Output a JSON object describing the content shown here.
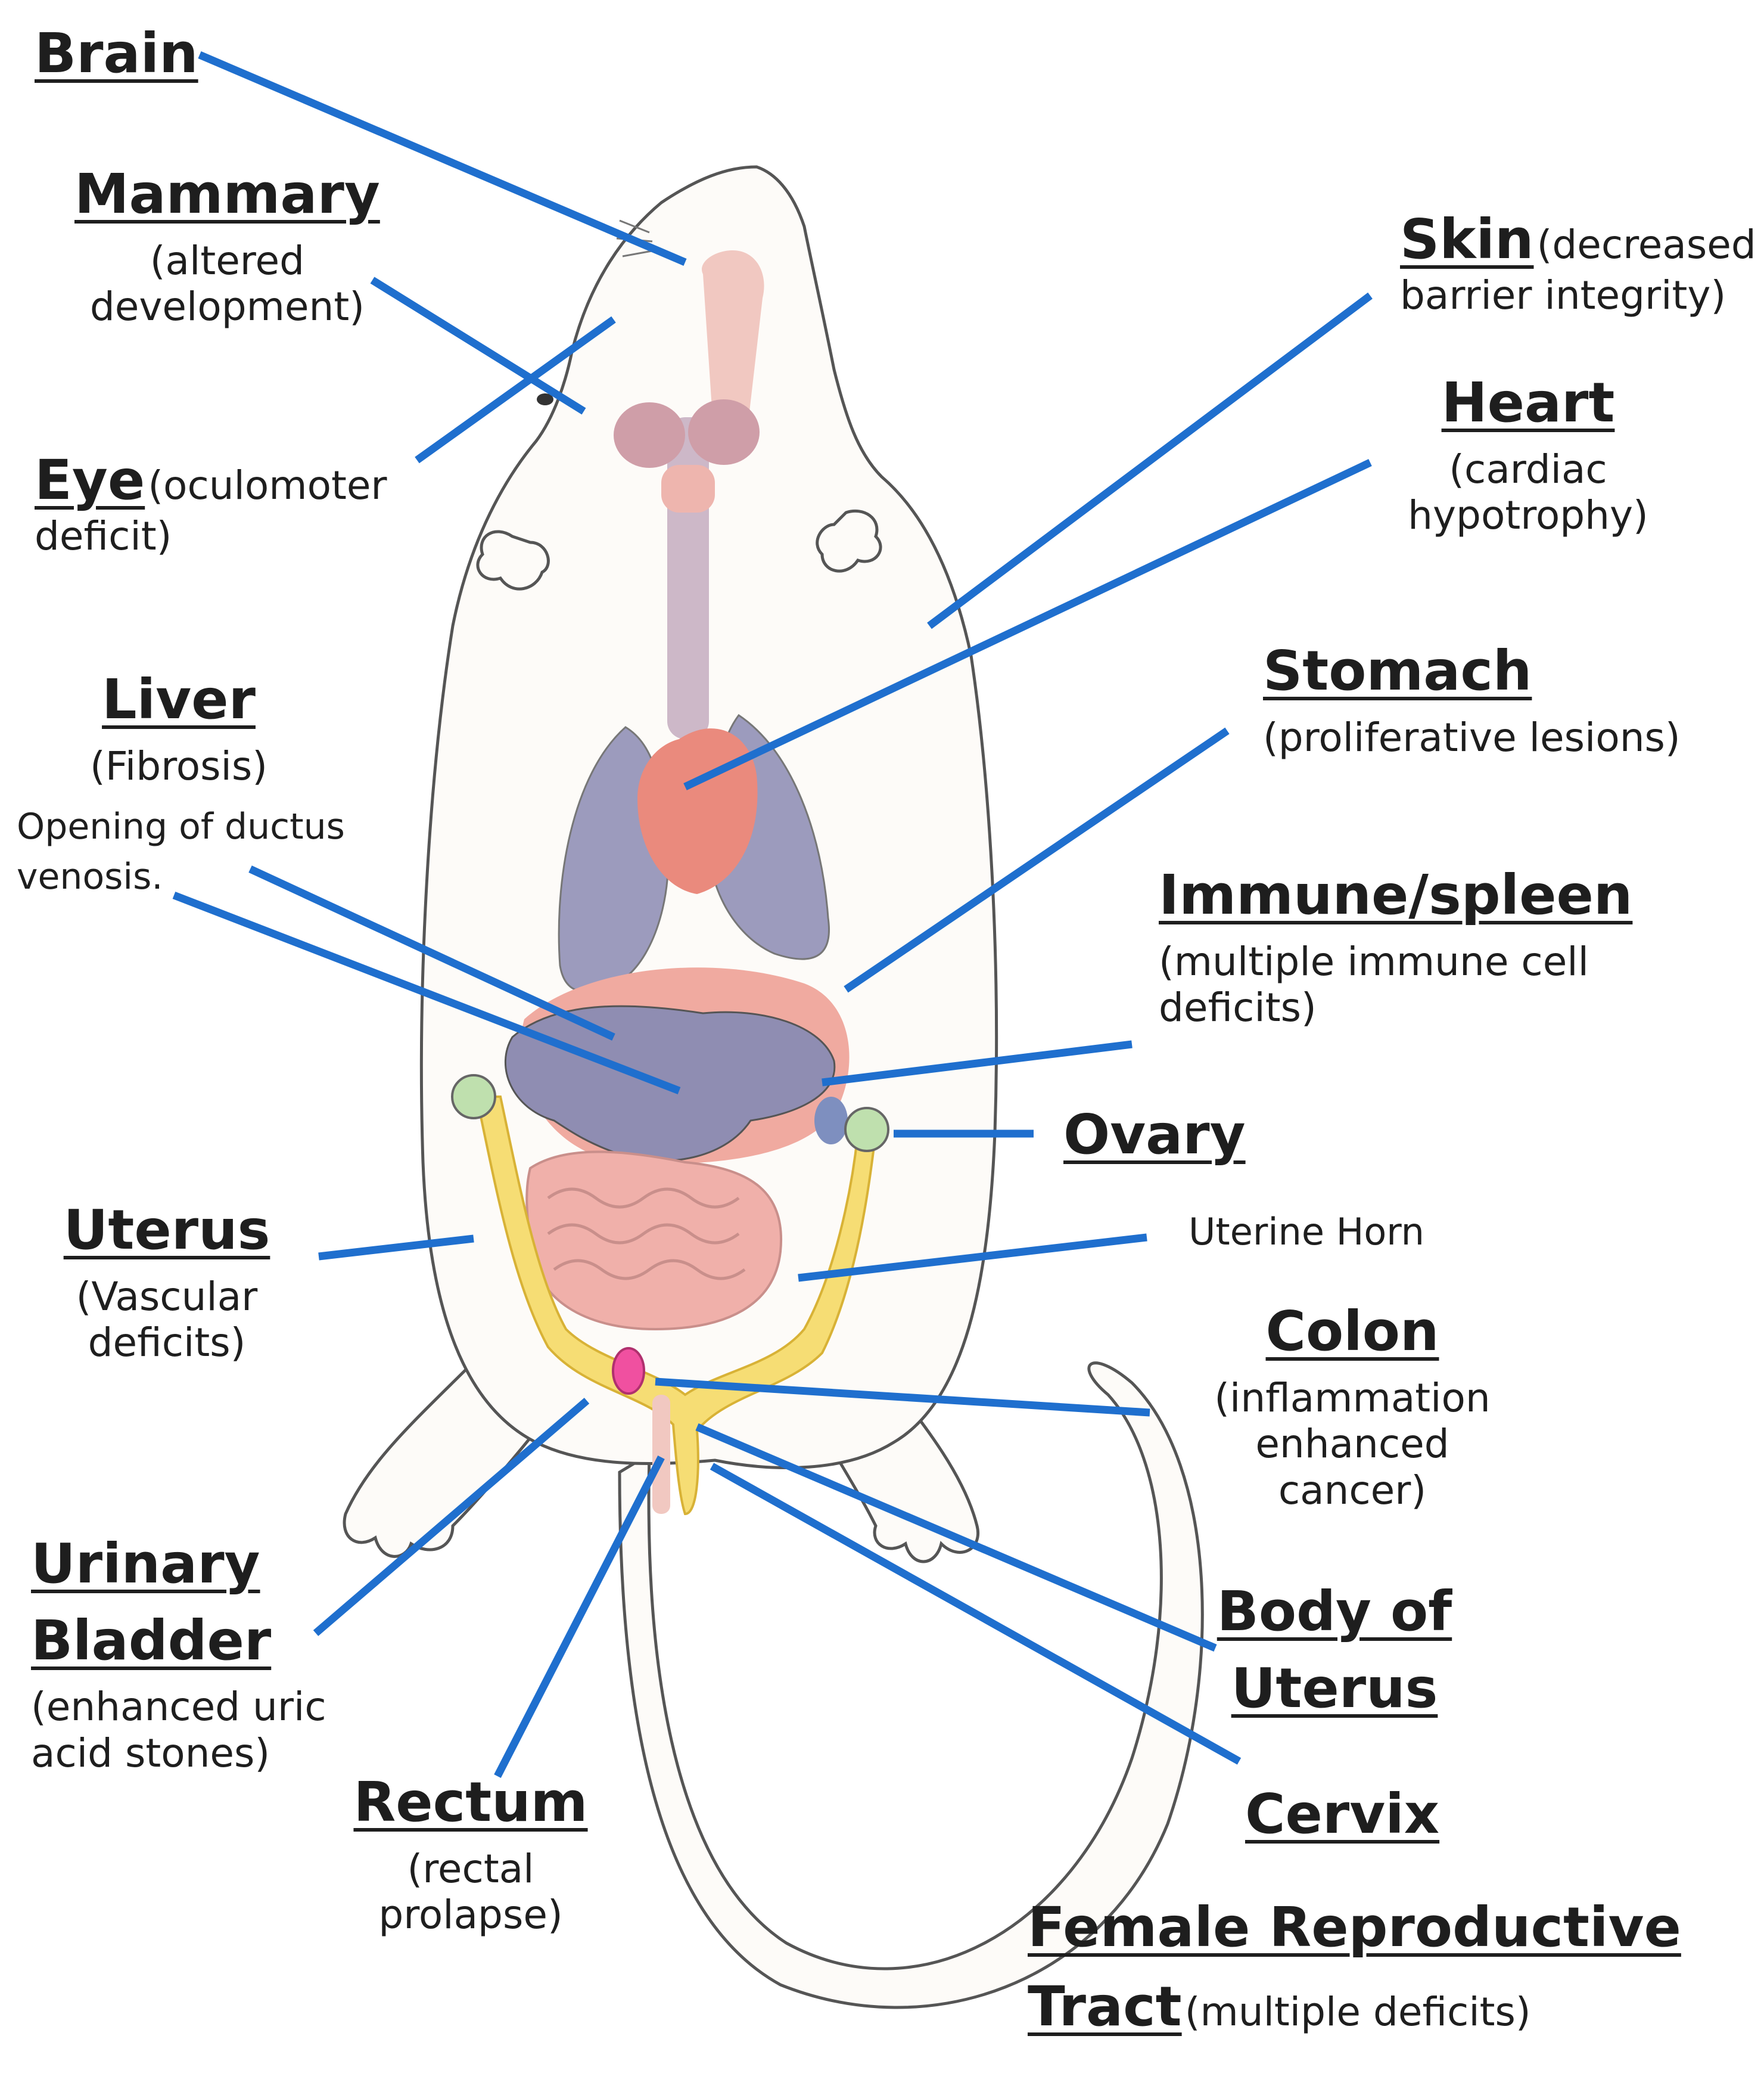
{
  "labels": {
    "brain": {
      "title": "Brain"
    },
    "mammary": {
      "title": "Mammary",
      "desc1": "(altered",
      "desc2": "development)"
    },
    "eye": {
      "title": "Eye",
      "desc1": "(oculomoter",
      "desc2": "deficit)"
    },
    "skin": {
      "title": "Skin",
      "desc1": "(decreased",
      "desc2": "barrier integrity)"
    },
    "heart": {
      "title": "Heart",
      "desc1": "(cardiac",
      "desc2": "hypotrophy)"
    },
    "stomach": {
      "title": "Stomach",
      "desc1": "(proliferative lesions)"
    },
    "liver": {
      "title": "Liver",
      "desc1": "(Fibrosis)",
      "desc2": "Opening of ductus",
      "desc3": "venosis."
    },
    "immune": {
      "title": "Immune/spleen",
      "desc1": "(multiple immune cell",
      "desc2": "deficits)"
    },
    "ovary": {
      "title": "Ovary"
    },
    "uterine_horn": {
      "desc1": "Uterine Horn"
    },
    "uterus": {
      "title": "Uterus",
      "desc1": "(Vascular",
      "desc2": "deficits)"
    },
    "colon": {
      "title": "Colon",
      "desc1": "(inflammation",
      "desc2": "enhanced",
      "desc3": "cancer)"
    },
    "bladder": {
      "title1": "Urinary",
      "title2": "Bladder",
      "desc1": "(enhanced uric",
      "desc2": "acid stones)"
    },
    "body_uterus": {
      "title1": "Body of",
      "title2": "Uterus"
    },
    "rectum": {
      "title": "Rectum",
      "desc1": "(rectal",
      "desc2": "prolapse)"
    },
    "cervix": {
      "title": "Cervix"
    },
    "frt": {
      "title1": "Female Reproductive",
      "title2": "Tract",
      "desc": "(multiple deficits)"
    }
  },
  "colors": {
    "leader_line": "#1f6fce",
    "text": "#1e1e1e",
    "mouse_fill": "#fdfbf8",
    "mouse_outline": "#555555"
  }
}
